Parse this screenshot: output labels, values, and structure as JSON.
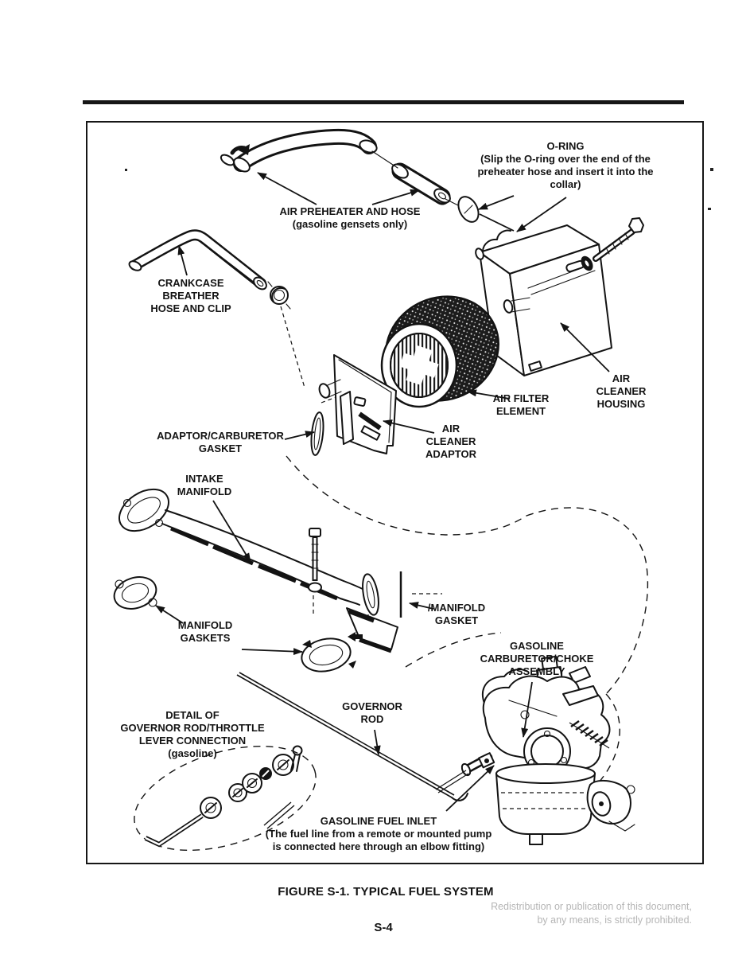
{
  "colors": {
    "ink": "#131313",
    "watermark_gray": "#b5b5b5"
  },
  "figure": {
    "caption": "FIGURE S-1. TYPICAL FUEL SYSTEM",
    "page_number": "S-4",
    "watermark": "Redistribution or publication of this document,\nby any means, is strictly prohibited."
  },
  "labels": {
    "o_ring": "O-RING\n(Slip the O-ring over the end of the\npreheater hose and insert it into the\ncollar)",
    "air_preheater": "AIR PREHEATER AND HOSE\n(gasoline gensets only)",
    "crankcase_breather": "CRANKCASE\nBREATHER\nHOSE AND CLIP",
    "air_filter_element": "AIR FILTER\nELEMENT",
    "air_cleaner_housing": "AIR\nCLEANER\nHOUSING",
    "adaptor_carburetor_gasket": "ADAPTOR/CARBURETOR\nGASKET",
    "air_cleaner_adaptor": "AIR\nCLEANER\nADAPTOR",
    "intake_manifold": "INTAKE\nMANIFOLD",
    "manifold_gasket": "/MANIFOLD\nGASKET",
    "manifold_gaskets": "MANIFOLD\nGASKETS",
    "gasoline_carburetor": "GASOLINE\nCARBURETOR/CHOKE\nASSEMBLY",
    "governor_rod": "GOVERNOR\nROD",
    "detail_governor": "DETAIL OF\nGOVERNOR ROD/THROTTLE\nLEVER CONNECTION\n(gasoline)",
    "gasoline_fuel_inlet": "GASOLINE FUEL INLET\n(The fuel line from a remote or mounted pump\nis connected here through an elbow fitting)"
  }
}
